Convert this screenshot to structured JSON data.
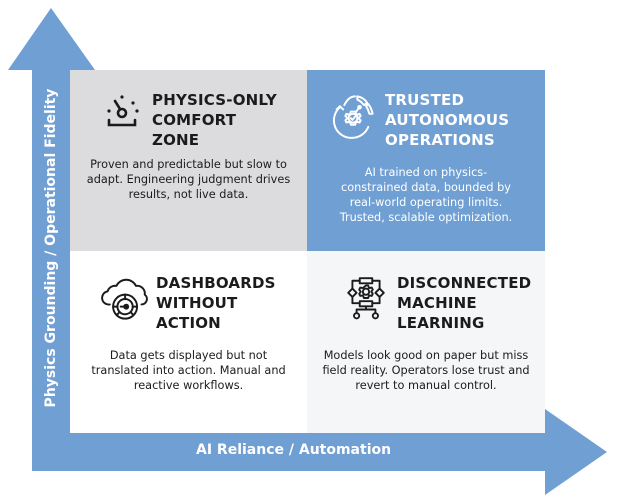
{
  "axes": {
    "x_label": "AI Reliance / Automation",
    "y_label": "Physics Grounding / Operational Fidelity",
    "color": "#6f9fd3"
  },
  "quadrants": [
    {
      "position": "top-left",
      "icon": "gauge-icon",
      "title": [
        "PHYSICS-ONLY",
        "COMFORT",
        "ZONE"
      ],
      "body": "Proven and predictable but slow to adapt. Engineering judgment drives results, not live data.",
      "background": "#dcdbdd"
    },
    {
      "position": "top-right",
      "icon": "gear-check-speedometer-icon",
      "title": [
        "TRUSTED",
        "AUTONOMOUS",
        "OPERATIONS"
      ],
      "body": "AI trained on physics-constrained data, bounded by real-world operating limits. Trusted, scalable optimization.",
      "background": "#6f9fd3"
    },
    {
      "position": "bottom-left",
      "icon": "cloud-dashboard-icon",
      "title": [
        "DASHBOARDS",
        "WITHOUT",
        "ACTION"
      ],
      "body": "Data gets displayed but not translated into action. Manual and reactive workflows.",
      "background": "#ffffff"
    },
    {
      "position": "bottom-right",
      "icon": "gear-flowchart-icon",
      "title": [
        "DISCONNECTED",
        "MACHINE",
        "LEARNING"
      ],
      "body": "Models look good on paper but miss field reality. Operators lose trust and revert to manual control.",
      "background": "#f5f6f8"
    }
  ]
}
